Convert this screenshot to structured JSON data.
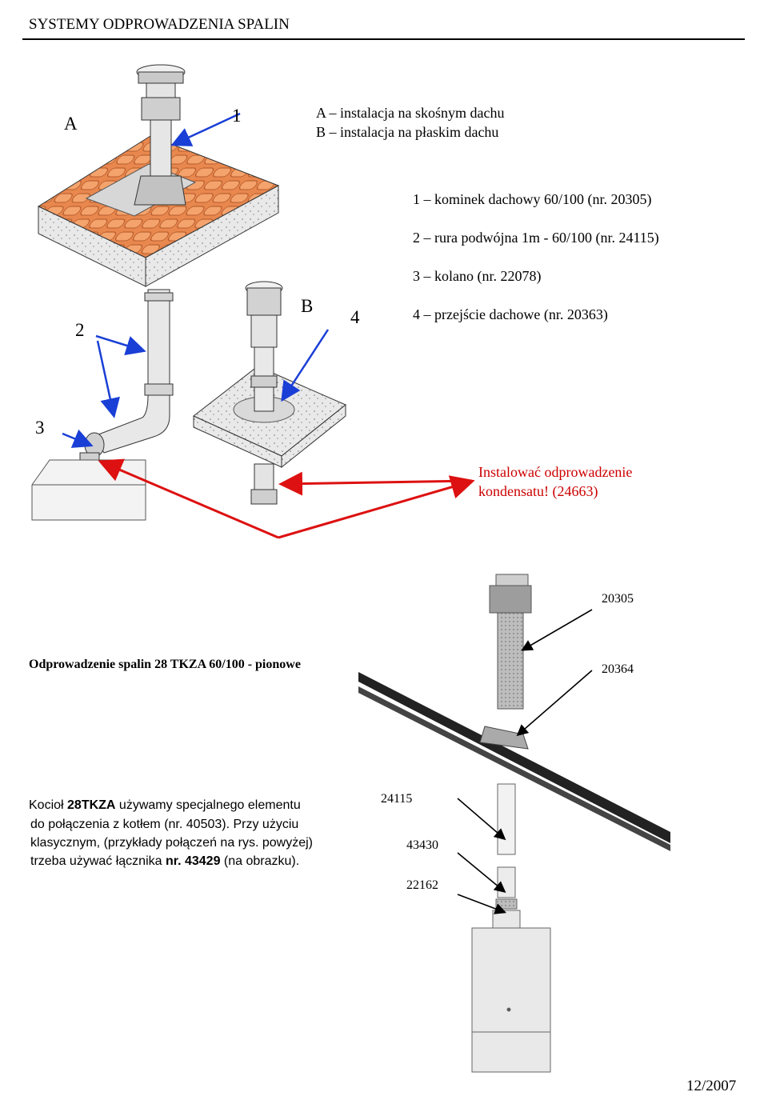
{
  "header": {
    "title": "SYSTEMY ODPROWADZENIA SPALIN"
  },
  "labels": {
    "a": "A",
    "one": "1",
    "two": "2",
    "three": "3",
    "four": "4",
    "b": "B"
  },
  "legend": {
    "a": "A – instalacja na skośnym dachu",
    "b": "B – instalacja na płaskim dachu",
    "item1": "1 – kominek dachowy  60/100 (nr. 20305)",
    "item2": "2   – rura podwójna 1m - 60/100 (nr. 24115)",
    "item3": "3   – kolano  (nr. 22078)",
    "item4": "4   – przejście dachowe (nr. 20363)"
  },
  "note": {
    "line1": "Instalować  odprowadzenie",
    "line2": "kondensatu! (24663)"
  },
  "section2": {
    "title": "Odprowadzenie spalin 28 TKZA 60/100 - pionowe",
    "code_top": "20305",
    "code_mid": "20364"
  },
  "section3": {
    "p1": "Kocioł  28TKZA używamy specjalnego elementu",
    "p2": "do połączenia z kotłem (nr. 40503). Przy użyciu",
    "p3": "klasycznym, (przykłady połączeń na rys. powyżej)",
    "p4": "trzeba używać łącznika nr. 43429 (na obrazku).",
    "p1_bold": "28TKZA",
    "p4_bold": "nr. 43429",
    "code1": "24115",
    "code2": "43430",
    "code3": "22162"
  },
  "footer": {
    "date": "12/2007"
  },
  "colors": {
    "arrow_blue": "#1a3fd6",
    "arrow_red": "#dd1111",
    "tile": "#e8874e",
    "note_red": "#cc0000"
  }
}
